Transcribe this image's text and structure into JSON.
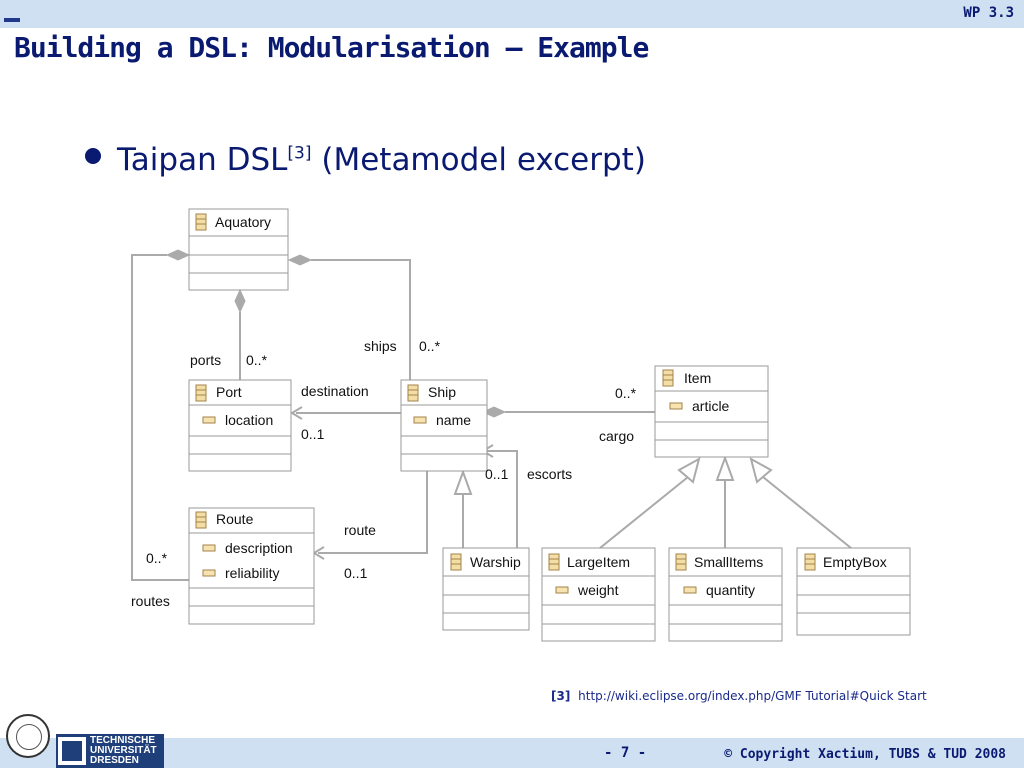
{
  "header": {
    "wp": "WP 3.3"
  },
  "slide": {
    "title": "Building a DSL: Modularisation – Example",
    "bullet": {
      "text": "Taipan DSL",
      "ref": "[3]",
      "rest": " (Metamodel excerpt)"
    }
  },
  "diagram": {
    "classes": {
      "aquatory": {
        "name": "Aquatory"
      },
      "port": {
        "name": "Port",
        "attr": "location"
      },
      "ship": {
        "name": "Ship",
        "attr": "name"
      },
      "item": {
        "name": "Item",
        "attr": "article"
      },
      "route": {
        "name": "Route",
        "attr1": "description",
        "attr2": "reliability"
      },
      "warship": {
        "name": "Warship"
      },
      "largeitem": {
        "name": "LargeItem",
        "attr": "weight"
      },
      "smallitems": {
        "name": "SmallItems",
        "attr": "quantity"
      },
      "emptybox": {
        "name": "EmptyBox"
      }
    },
    "labels": {
      "ports": "ports",
      "ports_mult": "0..*",
      "ships": "ships",
      "ships_mult": "0..*",
      "destination": "destination",
      "destination_mult": "0..1",
      "cargo_mult": "0..*",
      "cargo": "cargo",
      "escorts_mult": "0..1",
      "escorts": "escorts",
      "route": "route",
      "route_mult": "0..1",
      "routes_mult": "0..*",
      "routes": "routes"
    }
  },
  "reference": {
    "num": "[3]",
    "url": "http://wiki.eclipse.org/index.php/GMF Tutorial#Quick Start"
  },
  "footer": {
    "page": "- 7 -",
    "copyright": "© Copyright Xactium, TUBS & TUD 2008",
    "logo_lines": [
      "TECHNISCHE",
      "UNIVERSITÄT",
      "DRESDEN"
    ]
  }
}
